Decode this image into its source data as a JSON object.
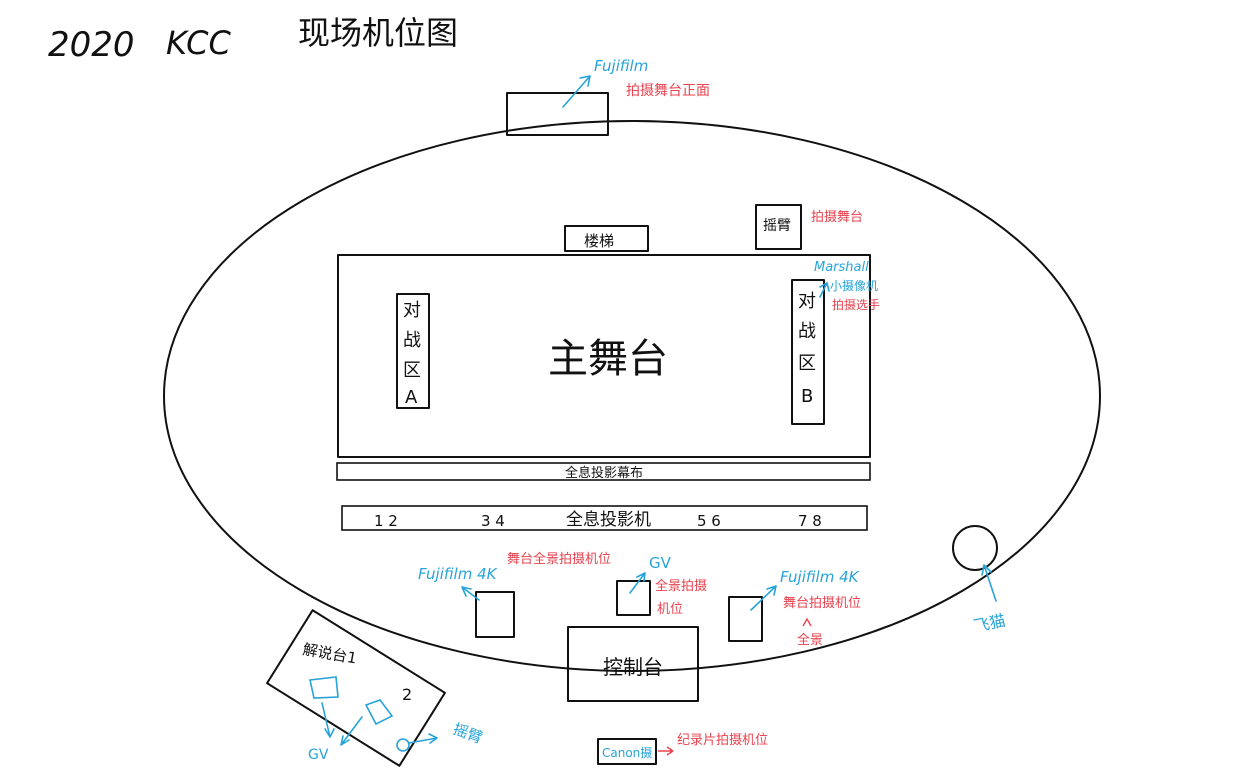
{
  "title": {
    "year": "2020",
    "event": "KCC",
    "heading": "现场机位图"
  },
  "stage": {
    "label": "主舞台",
    "ladder_label": "楼梯",
    "zone_a": [
      "对",
      "战",
      "区",
      "A"
    ],
    "zone_b": [
      "对",
      "战",
      "区",
      "B"
    ]
  },
  "screen": {
    "label": "全息投影幕布"
  },
  "projector": {
    "label": "全息投影机",
    "num_12": "1 2",
    "num_34": "3 4",
    "num_56": "5 6",
    "num_78": "7 8"
  },
  "control": {
    "label": "控制台"
  },
  "commentary": {
    "label": "解说台1",
    "number": "2",
    "gv_label": "GV",
    "jib_label": "摇臂"
  },
  "cameras": {
    "top": {
      "brand": "Fujifilm",
      "note": "拍摄舞台正面"
    },
    "jib": {
      "box_label": "摇臂",
      "note": "拍摄舞台"
    },
    "marshall": {
      "brand": "Marshall",
      "note_line1": "小摄像机",
      "note_line2": "拍摄选手"
    },
    "left4k": {
      "brand": "Fujifilm 4K",
      "note": "舞台全景拍摄机位"
    },
    "gv": {
      "brand": "GV",
      "note_line1": "全景拍摄",
      "note_line2": "机位"
    },
    "right4k": {
      "brand": "Fujifilm 4K",
      "note_line1": "舞台拍摄机位",
      "note_line2": "全景"
    },
    "canon": {
      "box_label": "Canon摄",
      "note": "纪录片拍摄机位"
    },
    "drone": {
      "label": "飞猫"
    }
  },
  "colors": {
    "ink": "#111111",
    "camera_brand": "#27a3d9",
    "camera_note": "#e8434f"
  }
}
